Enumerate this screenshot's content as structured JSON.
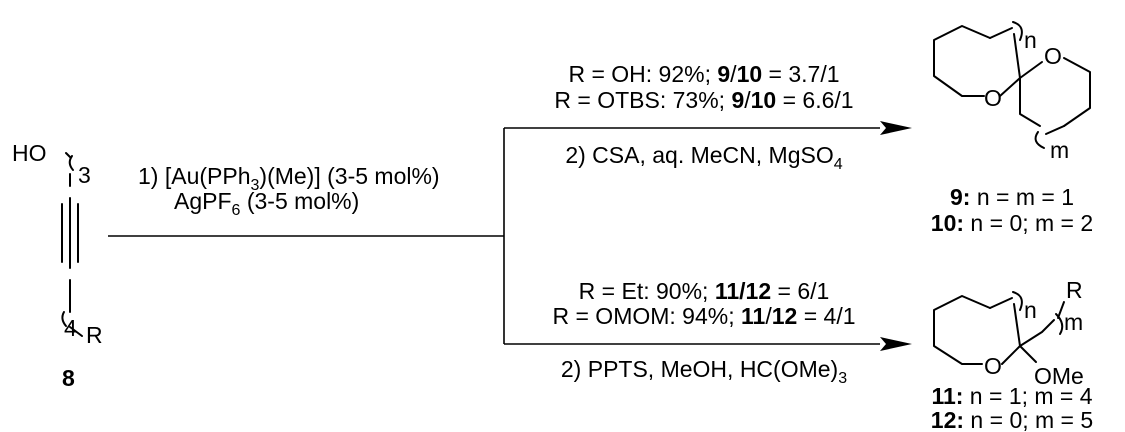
{
  "start": {
    "compound_number": "8",
    "ho": "HO",
    "sub3": "3",
    "sub4": "4",
    "r": "R"
  },
  "step1": {
    "line1": {
      "a": "1) [Au(PPh",
      "s1": "3",
      "b": ")(Me)] (3-5 mol%)"
    },
    "line2": {
      "a": "AgPF",
      "s1": "6",
      "b": " (3-5 mol%)"
    }
  },
  "upper": {
    "cond1": {
      "a": "R = OH: 92%; ",
      "bold1": "9",
      "sep": "/",
      "bold2": "10",
      "b": " = 3.7/1"
    },
    "cond2": {
      "a": "R = OTBS: 73%; ",
      "bold1": "9",
      "sep": "/",
      "bold2": "10",
      "b": " = 6.6/1"
    },
    "cond3": {
      "a": "2) CSA, aq. MeCN, MgSO",
      "s1": "4"
    },
    "atoms": {
      "o1": "O",
      "o2": "O",
      "n": "n",
      "m": "m"
    },
    "labels": [
      {
        "bold": "9:",
        "text": " n = m = 1"
      },
      {
        "bold": "10:",
        "text": " n = 0; m = 2"
      }
    ]
  },
  "lower": {
    "cond1": {
      "a": "R = Et: 90%; ",
      "bold": "11/12",
      "b": " = 6/1"
    },
    "cond2": {
      "a": "R = OMOM: 94%; ",
      "bold1": "11",
      "sep": "/",
      "bold2": "12",
      "b": " = 4/1"
    },
    "cond3": {
      "a": "2) PPTS, MeOH, HC(OMe)",
      "s1": "3"
    },
    "atoms": {
      "o": "O",
      "ome": "OMe",
      "r": "R",
      "n": "n",
      "m": "m"
    },
    "labels": [
      {
        "bold": "11:",
        "text": " n = 1; m = 4"
      },
      {
        "bold": "12:",
        "text": " n = 0; m = 5"
      }
    ]
  }
}
